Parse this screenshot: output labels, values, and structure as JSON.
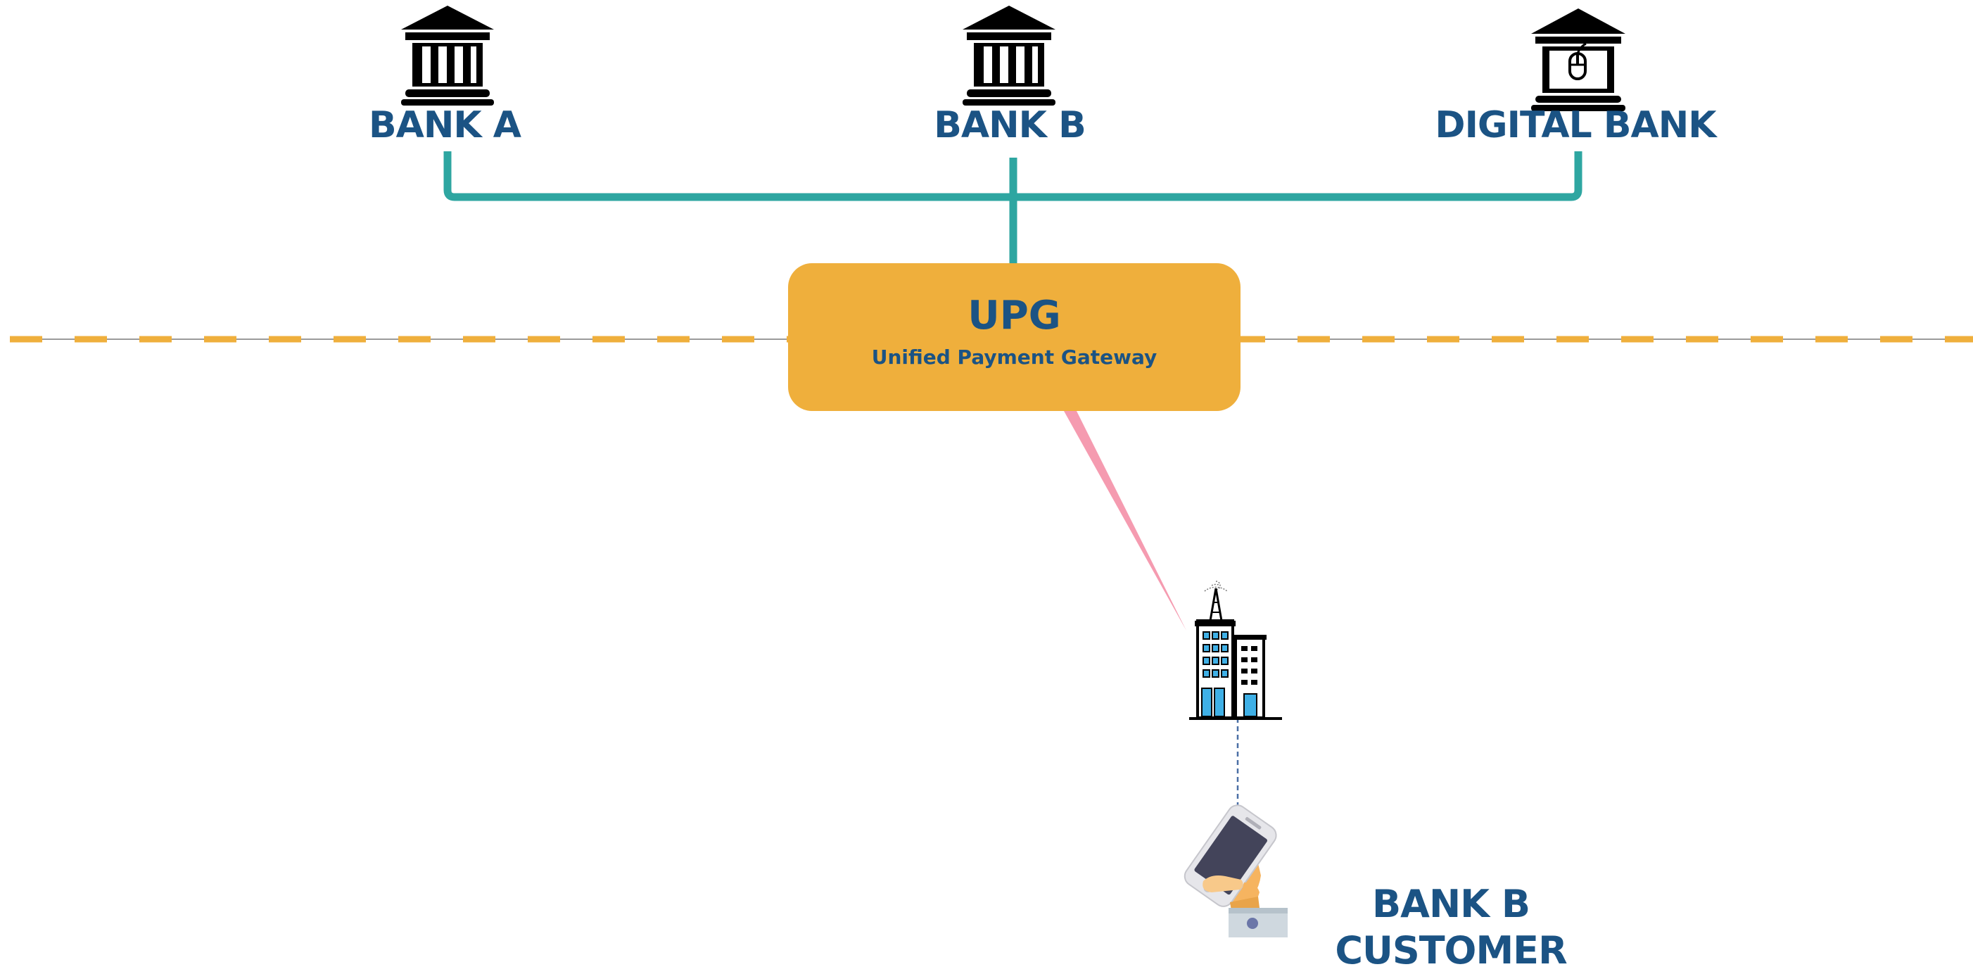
{
  "banks": [
    {
      "id": "bank-a",
      "label": "BANK A",
      "icon": "bank-icon"
    },
    {
      "id": "bank-b",
      "label": "BANK B",
      "icon": "bank-icon"
    },
    {
      "id": "digital-bank",
      "label": "DIGITAL BANK",
      "icon": "digital-bank-icon"
    }
  ],
  "gateway": {
    "title": "UPG",
    "subtitle": "Unified Payment Gateway"
  },
  "customer": {
    "line1": "BANK B",
    "line2": "CUSTOMER",
    "icons": [
      "cell-tower-building-icon",
      "hand-holding-phone-icon"
    ]
  },
  "colors": {
    "text": "#1b5384",
    "connector": "#2ea6a1",
    "gateway_fill": "#efaf3c",
    "boundary_dash": "#efaf3c",
    "signal_beam": "#f59bb0",
    "dotted_link": "#4a6fa5"
  }
}
